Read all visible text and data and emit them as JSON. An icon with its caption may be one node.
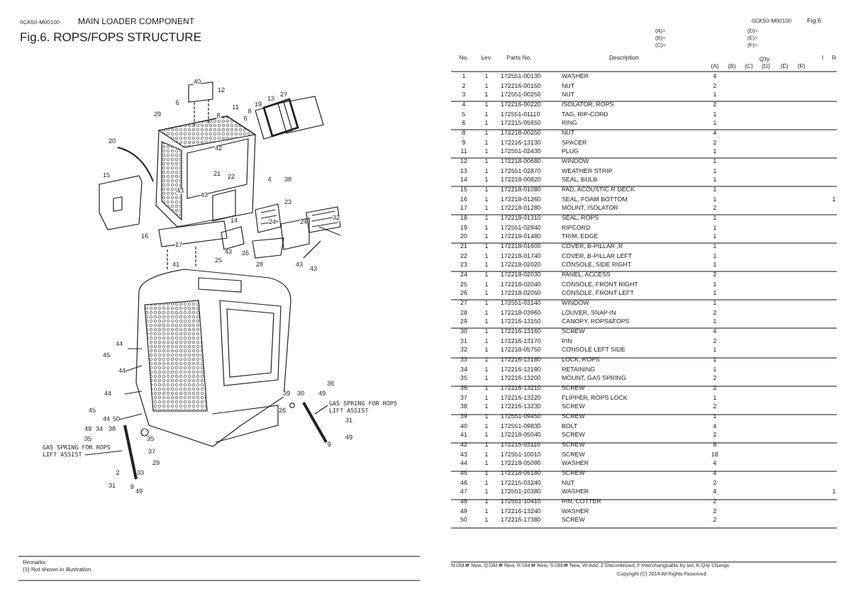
{
  "diagram": {
    "labels": [
      "0CK50-M00100",
      "MAIN LOADER COMPONENT",
      "Fig.6. ROPS/FOPS STRUCTURE",
      "(A)=",
      "(B)=",
      "(C)=",
      "(D)=",
      "(E)=",
      "(F)=",
      "0CK50-M00100",
      "Fig.6",
      "No.",
      "Lev.",
      "Parts No.",
      "Description",
      "Q'ty",
      "I",
      "R",
      "(A)",
      "(B)",
      "(C)",
      "(D)",
      "(E)",
      "(F)",
      "1",
      "1",
      "172551-00130",
      "WASHER",
      "4",
      "2",
      "1",
      "172216-00150",
      "NUT",
      "2",
      "3",
      "1",
      "172551-00250",
      "NUT",
      "1",
      "4",
      "1",
      "172216-00220",
      "ISOLATOR, ROPS",
      "2",
      "5",
      "1",
      "172551-01110",
      "TAG, RIP-CORD",
      "1",
      "6",
      "1",
      "172215-05650",
      "RING",
      "1",
      "8",
      "1",
      "172218-00250",
      "NUT",
      "4",
      "9",
      "1",
      "172216-13130",
      "SPACER",
      "2",
      "11",
      "1",
      "172551-02430",
      "PLUG",
      "1",
      "12",
      "1",
      "172218-00680",
      "WINDOW",
      "1",
      "13",
      "1",
      "172551-02870",
      "WEATHER STRIP",
      "1",
      "14",
      "1",
      "172218-00820",
      "SEAL, BULB",
      "1",
      "15",
      "1",
      "172218-01080",
      "PAD, ACOUSTIC R DECK",
      "1",
      "16",
      "1",
      "172218-01260",
      "SEAL, FOAM BOTTOM",
      "1",
      "1",
      "17",
      "1",
      "172218-01280",
      "MOUNT, ISOLATOR",
      "2",
      "18",
      "1",
      "172218-01310",
      "SEAL, ROPS",
      "1",
      "19",
      "1",
      "172551-02940",
      "RIPCORD",
      "1",
      "20",
      "1",
      "172218-01480",
      "TRIM, EDGE",
      "1",
      "21",
      "1",
      "172218-01600",
      "COVER, B-PILLAR ,R",
      "1",
      "22",
      "1",
      "172218-01740",
      "COVER, B-PILLAR LEFT",
      "1",
      "23",
      "1",
      "172218-02020",
      "CONSOLE, SIDE RIGHT",
      "1",
      "24",
      "1",
      "172218-02030",
      "PANEL, ACCESS",
      "2",
      "25",
      "1",
      "172218-02040",
      "CONSOLE, FRONT RIGHT",
      "1",
      "26",
      "1",
      "172218-02050",
      "CONSOLE, FRONT LEFT",
      "1",
      "27",
      "1",
      "172551-03140",
      "WINDOW",
      "1",
      "28",
      "1",
      "172218-03960",
      "LOUVER, SNAP-IN",
      "2",
      "29",
      "1",
      "172216-13150",
      "CANOPY, ROPS&FOPS",
      "1",
      "30",
      "1",
      "172216-13160",
      "SCREW",
      "4",
      "31",
      "1",
      "172216-13170",
      "PIN",
      "2",
      "32",
      "1",
      "172218-05750",
      "CONSOLE LEFT SIDE",
      "1",
      "33",
      "1",
      "172216-13180",
      "LOCK, ROPS",
      "1",
      "34",
      "1",
      "172216-13190",
      "RETAINING",
      "1",
      "35",
      "1",
      "172216-13200",
      "MOUNT, GAS SPRING",
      "2",
      "36",
      "1",
      "172216-13210",
      "SCREW",
      "2",
      "37",
      "1",
      "172216-13220",
      "FLIPPER, ROPS LOCK",
      "1",
      "38",
      "1",
      "172216-13230",
      "SCREW",
      "2",
      "39",
      "1",
      "172551-09450",
      "SCREW",
      "1",
      "40",
      "1",
      "172551-09830",
      "BOLT",
      "4",
      "41",
      "1",
      "172218-05040",
      "SCREW",
      "2",
      "42",
      "1",
      "172215-03110",
      "SCREW",
      "8",
      "43",
      "1",
      "172551-10010",
      "SCREW",
      "18",
      "44",
      "1",
      "172218-05090",
      "WASHER",
      "4",
      "45",
      "1",
      "172218-05180",
      "SCREW",
      "4",
      "46",
      "1",
      "172215-03240",
      "NUT",
      "2",
      "47",
      "1",
      "172551-10380",
      "WASHER",
      "4",
      "1",
      "48",
      "1",
      "172551-10410",
      "PIN, COTTER",
      "2",
      "49",
      "1",
      "172216-13240",
      "WASHER",
      "2",
      "50",
      "1",
      "172216-17380",
      "SCREW",
      "2",
      "Remarks",
      "(1) Not shown in illustration.",
      "N:Old ⇄ New, Q:Old ⇄ New, R:Old ⇄ New, S:Old ⇄ New, W:Add, Z:Discontinued, F:Interchangeable by set, K:Q'ty Change",
      "Copyright (C) 2014 All Rights Reserved.",
      "40",
      "12",
      "27",
      "13",
      "19",
      "11",
      "6",
      "8",
      "29",
      "8",
      "6",
      "20",
      "42",
      "15",
      "21",
      "22",
      "4",
      "38",
      "43",
      "43",
      "23",
      "32",
      "14",
      "24",
      "24",
      "16",
      "17",
      "43",
      "26",
      "25",
      "41",
      "28",
      "43",
      "43",
      "44",
      "45",
      "44",
      "36",
      "44",
      "39",
      "30",
      "49",
      "45",
      "26",
      "44",
      "50",
      "31",
      "49",
      "34",
      "38",
      "35",
      "35",
      "49",
      "9",
      "37",
      "29",
      "2",
      "33",
      "31",
      "9",
      "49",
      "GAS SPRING FOR ROPS LIFT ASSIST",
      "GAS SPRING FOR ROPS LIFT ASSIST"
    ]
  }
}
